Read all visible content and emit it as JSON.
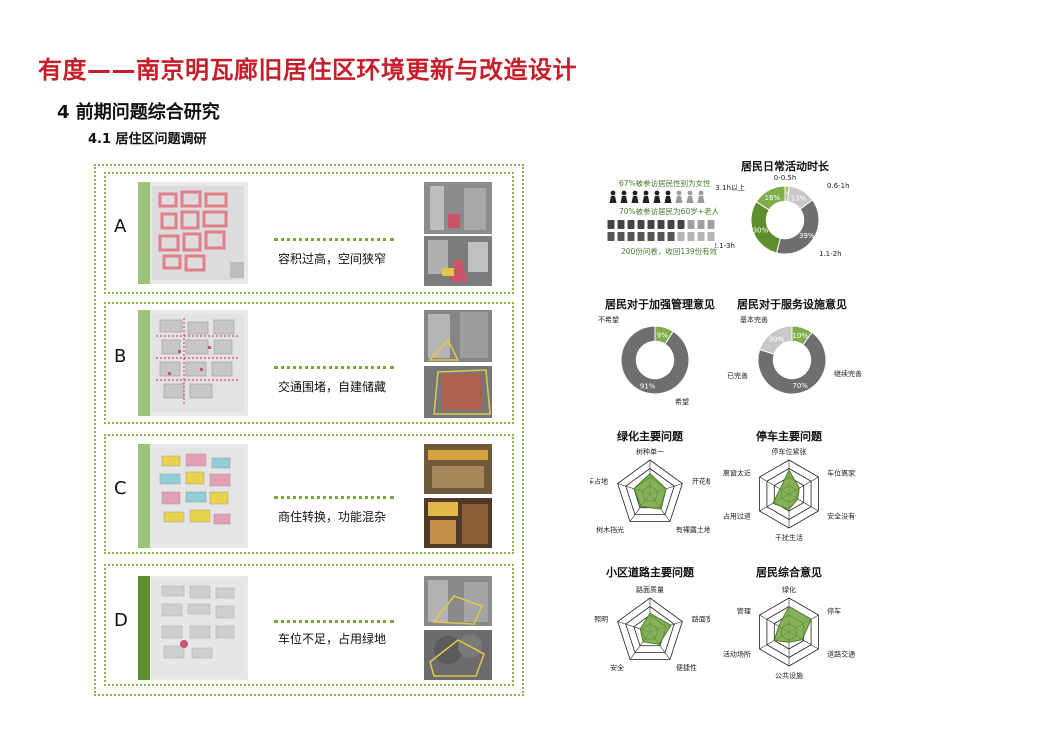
{
  "title": "有度——南京明瓦廊旧居住区环境更新与改造设计",
  "section": "4 前期问题综合研究",
  "subsection": "4.1 居住区问题调研",
  "panels": [
    {
      "label": "A",
      "caption": "容积过高，空间狭窄"
    },
    {
      "label": "B",
      "caption": "交通围堵，自建储藏"
    },
    {
      "label": "C",
      "caption": "商住转换，功能混杂"
    },
    {
      "label": "D",
      "caption": "车位不足，占用绿地"
    }
  ],
  "survey": {
    "female_text": "67%被参访居民性别为女性",
    "elderly_text": "70%被参访居民为60岁+老人",
    "questionnaire_text": "200份问卷，收回139份有效"
  },
  "colors": {
    "accent_red": "#c41f2b",
    "green_dark": "#5e8f2f",
    "green_mid": "#7fae4a",
    "green_light": "#9ec27a",
    "grey_dark": "#6f6f6f",
    "grey_mid": "#9a9a9a",
    "grey_light": "#c8c8c8"
  },
  "chart_data": [
    {
      "type": "pie",
      "title": "居民日常活动时长",
      "categories": [
        "0-0.5h",
        "0.6-1h",
        "1.1-2h",
        "2.1-3h",
        "3.1h以上"
      ],
      "values": [
        2,
        13,
        39,
        30,
        16
      ],
      "labels": [
        "2%",
        "13%",
        "39%",
        "30%",
        "16%"
      ]
    },
    {
      "type": "pie",
      "title": "居民对于加强管理意见",
      "categories": [
        "不希望",
        "希望"
      ],
      "values": [
        9,
        91
      ],
      "labels": [
        "9%",
        "91%"
      ]
    },
    {
      "type": "pie",
      "title": "居民对于服务设施意见",
      "categories": [
        "基本完善",
        "继续完善",
        "已完善"
      ],
      "values": [
        10,
        70,
        20
      ],
      "labels": [
        "10%",
        "70%",
        "30%"
      ]
    },
    {
      "type": "radar",
      "title": "绿化主要问题",
      "axes": [
        "树种单一",
        "开花植物少",
        "有裸露土地",
        "树木挡光",
        "停车占地"
      ],
      "values": [
        0.6,
        0.5,
        0.55,
        0.45,
        0.5
      ]
    },
    {
      "type": "radar",
      "title": "停车主要问题",
      "axes": [
        "停车位紧张",
        "车位离家太远",
        "安全没有保障",
        "干扰生活",
        "占用过道",
        "离窗太近"
      ],
      "values": [
        0.7,
        0.35,
        0.3,
        0.45,
        0.55,
        0.3
      ]
    },
    {
      "type": "radar",
      "title": "小区道路主要问题",
      "axes": [
        "路面质量",
        "路面宽度",
        "便捷性",
        "安全",
        "照明"
      ],
      "values": [
        0.55,
        0.65,
        0.45,
        0.35,
        0.3
      ]
    },
    {
      "type": "radar",
      "title": "居民综合意见",
      "axes": [
        "绿化",
        "停车",
        "道路交通",
        "公共设施",
        "活动场所",
        "管理"
      ],
      "values": [
        0.75,
        0.75,
        0.45,
        0.3,
        0.5,
        0.35
      ]
    }
  ]
}
